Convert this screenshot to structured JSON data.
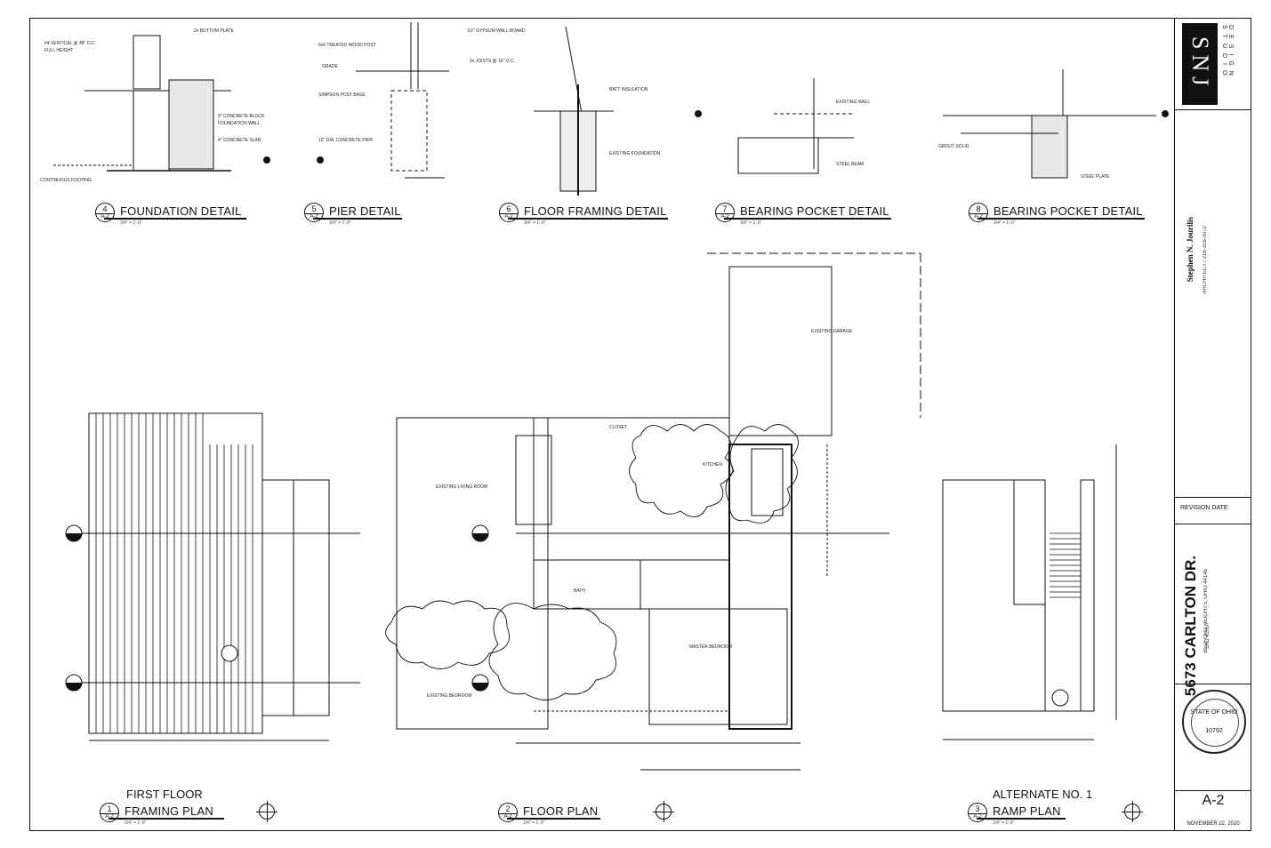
{
  "titleblock": {
    "logo": "SNJ",
    "logo_sub": "DESIGN STUDIO",
    "firm_name": "Stephen N. Jourilis",
    "firm_detail": "ARCHITECT / 216-316-0072",
    "revision_label": "REVISION DATE",
    "project_title": "5673 CARLTON DR.",
    "project_subtitle": "BEDFORD HEIGHTS, OHIO 44146",
    "project_number": "SNJ #2007",
    "seal_text": "STATE OF OHIO",
    "seal_number": "10792",
    "sheet_number": "A-2",
    "date": "NOVEMBER 22, 2020"
  },
  "details": [
    {
      "num": "4",
      "sheet": "A-2",
      "title": "FOUNDATION DETAIL",
      "scale": "3/4\" = 1'-0\""
    },
    {
      "num": "5",
      "sheet": "A-2",
      "title": "PIER DETAIL",
      "scale": "3/4\" = 1'-0\""
    },
    {
      "num": "6",
      "sheet": "A-2",
      "title": "FLOOR FRAMING DETAIL",
      "scale": "3/4\" = 1'-0\""
    },
    {
      "num": "7",
      "sheet": "A-2",
      "title": "BEARING POCKET DETAIL",
      "scale": "3/4\" = 1'-0\""
    },
    {
      "num": "8",
      "sheet": "A-2",
      "title": "BEARING POCKET DETAIL",
      "scale": "3/4\" = 1'-0\""
    }
  ],
  "plans": [
    {
      "num": "1",
      "sheet": "A-2",
      "title_line1": "FIRST FLOOR",
      "title_line2": "FRAMING PLAN",
      "scale": "1/4\" = 1'-0\""
    },
    {
      "num": "2",
      "sheet": "A-2",
      "title_line1": "",
      "title_line2": "FLOOR PLAN",
      "scale": "1/4\" = 1'-0\""
    },
    {
      "num": "3",
      "sheet": "A-2",
      "title_line1": "ALTERNATE NO. 1",
      "title_line2": "RAMP PLAN",
      "scale": "1/4\" = 1'-0\""
    }
  ],
  "notes": {
    "foundation": [
      "2x BOTTOM PLATE",
      "#4 VERTICAL @ 48\" O.C.",
      "FULL HEIGHT",
      "8\" CONCRETE BLOCK",
      "FOUNDATION WALL",
      "4\" CONCRETE SLAB",
      "CONTINUOUS FOOTING"
    ],
    "pier": [
      "6x6 TREATED WOOD POST",
      "GRADE",
      "SIMPSON POST BASE",
      "12\" DIA. CONCRETE PIER"
    ],
    "floor": [
      "1/2\" GYPSUM WALL BOARD",
      "2x JOISTS @ 16\" O.C.",
      "BATT INSULATION",
      "EXISTING FOUNDATION"
    ],
    "bearing": [
      "STEEL BEAM",
      "EXISTING WALL",
      "GROUT SOLID",
      "STEEL PLATE"
    ],
    "plan": [
      "EXISTING LIVING ROOM",
      "CLOSET",
      "KITCHEN",
      "MASTER BEDROOM",
      "EXISTING BEDROOM",
      "EXISTING GARAGE",
      "BATH"
    ]
  }
}
